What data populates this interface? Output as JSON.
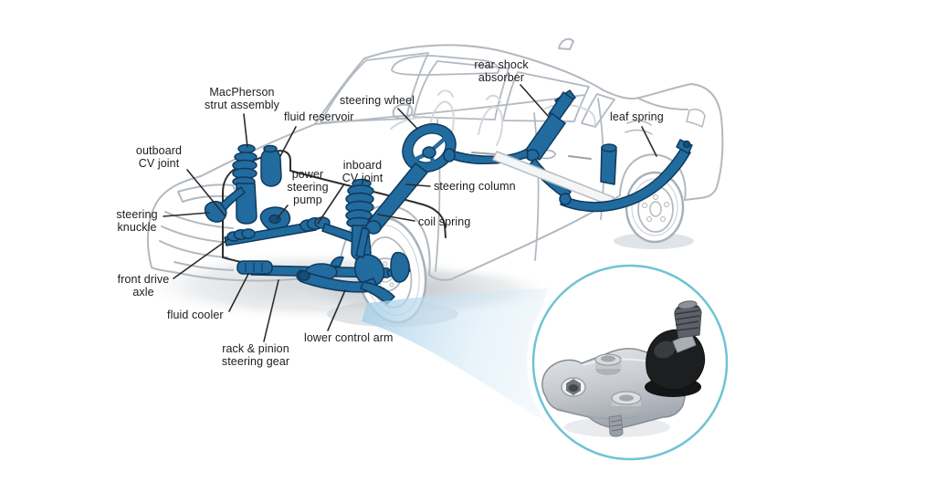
{
  "diagram": {
    "type": "labeled-illustration",
    "subject": "Car suspension and steering system cutaway with ball joint close-up inset",
    "background": "#ffffff",
    "labels": [
      {
        "id": "macpherson-strut-assembly",
        "text": "MacPherson\nstrut assembly"
      },
      {
        "id": "fluid-reservoir",
        "text": "fluid reservoir"
      },
      {
        "id": "steering-wheel",
        "text": "steering wheel"
      },
      {
        "id": "rear-shock-absorber",
        "text": "rear shock\nabsorber"
      },
      {
        "id": "leaf-spring",
        "text": "leaf spring"
      },
      {
        "id": "outboard-cv-joint",
        "text": "outboard\nCV joint"
      },
      {
        "id": "steering-knuckle",
        "text": "steering\nknuckle"
      },
      {
        "id": "front-drive-axle",
        "text": "front drive\naxle"
      },
      {
        "id": "fluid-cooler",
        "text": "fluid cooler"
      },
      {
        "id": "rack-pinion-steering-gear",
        "text": "rack & pinion\nsteering gear"
      },
      {
        "id": "lower-control-arm",
        "text": "lower control arm"
      },
      {
        "id": "power-steering-pump",
        "text": "power\nsteering\npump"
      },
      {
        "id": "inboard-cv-joint",
        "text": "inboard\nCV joint"
      },
      {
        "id": "steering-column",
        "text": "steering column"
      },
      {
        "id": "coil-spring",
        "text": "coil spring"
      }
    ],
    "inset": {
      "shape": "circle",
      "content": "ball joint close-up photo",
      "ring_color": "#6fc3d5"
    },
    "colors": {
      "component_fill": "#226b9f",
      "component_outline": "#0f3a5c",
      "car_line": "#b2b9c0",
      "label_text": "#1c1c1c",
      "leader_line": "#2b2b2b",
      "beam_blue": "#a8cfe8",
      "ground_shadow": "#c3c8cd"
    }
  }
}
